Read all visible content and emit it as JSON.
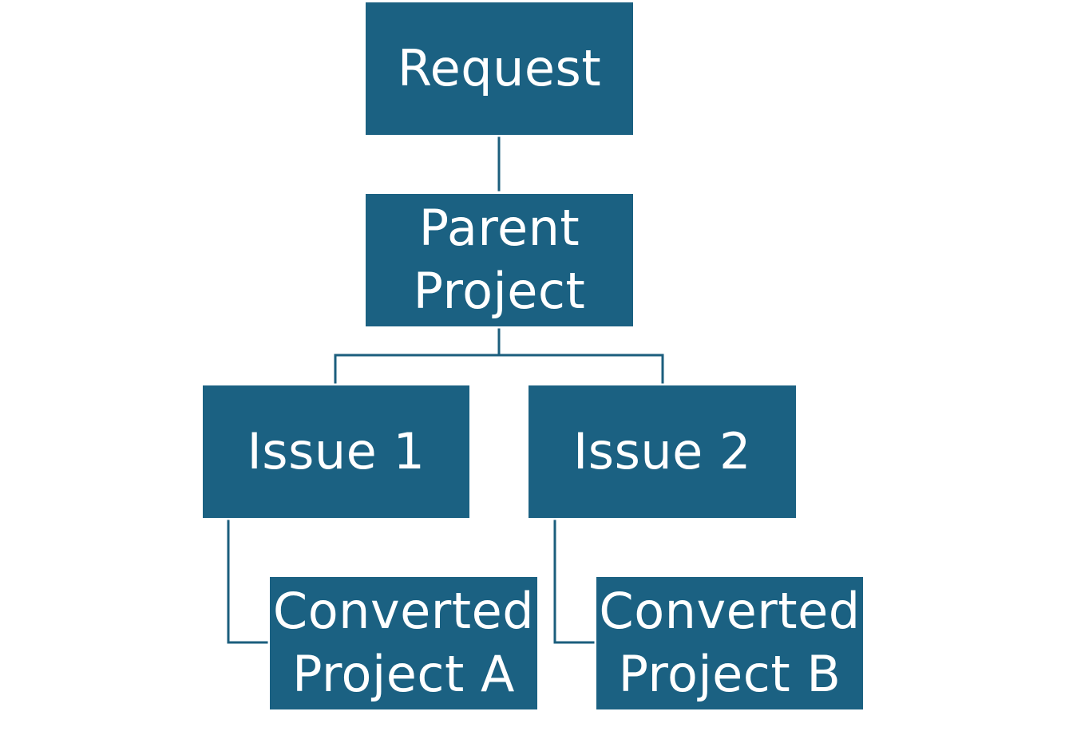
{
  "diagram": {
    "colors": {
      "node_fill": "#1b6182",
      "node_text": "#ffffff",
      "connector": "#1b5e7d",
      "background": "#ffffff"
    },
    "nodes": {
      "request": {
        "label": "Request"
      },
      "parent_project": {
        "label": "Parent\nProject"
      },
      "issue_1": {
        "label": "Issue 1"
      },
      "issue_2": {
        "label": "Issue 2"
      },
      "converted_a": {
        "label": "Converted\nProject A"
      },
      "converted_b": {
        "label": "Converted\nProject B"
      }
    },
    "edges": [
      {
        "from": "request",
        "to": "parent_project"
      },
      {
        "from": "parent_project",
        "to": "issue_1"
      },
      {
        "from": "parent_project",
        "to": "issue_2"
      },
      {
        "from": "issue_1",
        "to": "converted_a"
      },
      {
        "from": "issue_2",
        "to": "converted_b"
      }
    ]
  }
}
